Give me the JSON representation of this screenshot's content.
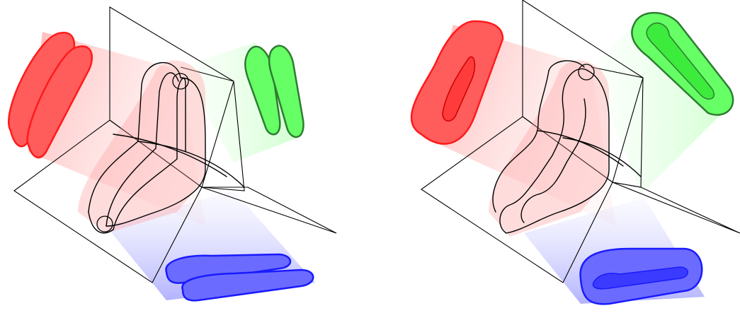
{
  "colors": {
    "red": "#ff1a1a",
    "red_fill": "#ff6b6b",
    "red_tube": "#ffb3b3",
    "green": "#2e7d32",
    "green_fill": "#66ff66",
    "green_tube": "#ccffcc",
    "blue": "#1a1aff",
    "blue_fill": "#6b6bff",
    "blue_tube": "#c7c7ff",
    "line": "#000000"
  },
  "figures": [
    {
      "id": "left",
      "description_icon": "unknot-projection-diagram"
    },
    {
      "id": "right",
      "description_icon": "knot-projection-diagram"
    }
  ]
}
